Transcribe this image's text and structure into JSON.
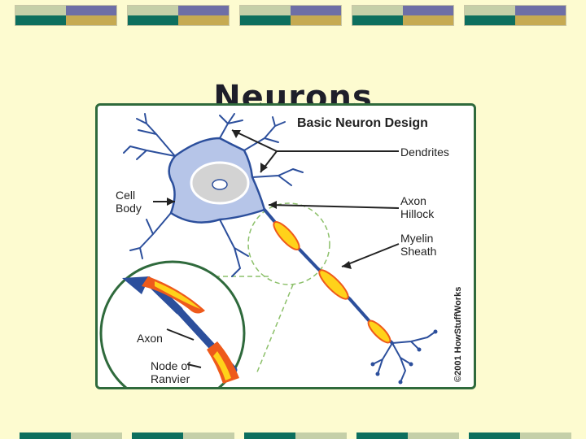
{
  "slide": {
    "title": "Neurons"
  },
  "figure": {
    "title": "Basic Neuron Design",
    "labels": {
      "dendrites": "Dendrites",
      "cell_body": "Cell\nBody",
      "axon_hillock": "Axon\nHillock",
      "myelin_sheath": "Myelin\nSheath",
      "axon": "Axon",
      "node_of_ranvier": "Node of\nRanvier"
    },
    "copyright": "©2001 HowStuffWorks"
  },
  "colors": {
    "background": "#fdfbd0",
    "sage": "#c5cfa8",
    "slate": "#6e6fa6",
    "teal": "#0d6f5e",
    "gold": "#c6aa52",
    "frame_green": "#2f6a3c",
    "neuron_fill": "#b6c5e8",
    "neuron_stroke": "#2c4f9c",
    "myelin_orange": "#ee5a1b",
    "myelin_yellow": "#ffd21a"
  }
}
